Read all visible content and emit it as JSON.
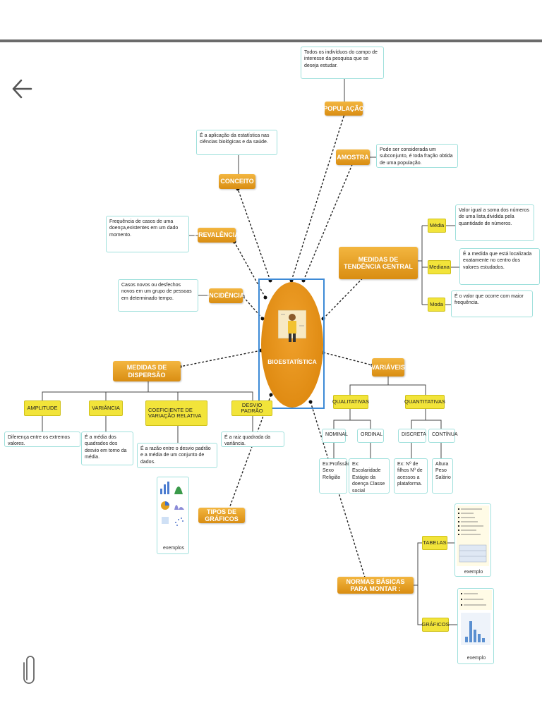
{
  "app": {
    "back_icon": "arrow-left-icon",
    "attach_icon": "paperclip-icon"
  },
  "center": {
    "label": "BIOESTATÍSTICA"
  },
  "nodes": {
    "populacao": "POPULAÇÃO",
    "amostra": "AMOSTRA",
    "conceito": "CONCEITO",
    "prevalencia": "PREVALÊNCIA",
    "incidencia": "INCIDÊNCIA",
    "tendencia": "MEDIDAS DE TENDÊNCIA CENTRAL",
    "media": "Média",
    "mediana": "Mediana",
    "moda": "Moda",
    "dispersao": "MEDIDAS DE DISPERSÃO",
    "amplitude": "AMPLITUDE",
    "variancia": "VARIÂNCIA",
    "coeficiente": "COEFICIENTE DE VARIAÇÃO RELATIVA",
    "desvio": "DESVIO PADRÃO",
    "variaveis": "VARIÁVEIS",
    "qualitativas": "QUALITATIVAS",
    "quantitativas": "QUANTITATIVAS",
    "nominal": "NOMINAL",
    "ordinal": "ORDINAL",
    "discreta": "DISCRETA",
    "continua": "CONTÍNUA",
    "graficos_tipos": "TIPOS DE GRÁFICOS",
    "normas": "NORMAS BÁSICAS PARA MONTAR :",
    "tabelas": "TABELAS",
    "graficos": "GRÁFICOS"
  },
  "descriptions": {
    "populacao": "Todos os indivíduos do campo de interesse da pesquisa que se deseja estudar.",
    "amostra": "Pode ser considerada um subconjunto, é toda fração obtida de uma população.",
    "conceito": "É a aplicação da estatística nas ciências biológicas e da saúde.",
    "prevalencia": "Frequência de casos de uma doença,existentes em um dado momento.",
    "incidencia": "Casos novos ou desfechos novos em um grupo de pessoas em determinado tempo.",
    "media": "Valor igual a soma dos números de uma lista,dividida pela quantidade de números.",
    "mediana": "É a medida que está localizada exatamente no centro dos valores estudados.",
    "moda": "É o valor que ocorre com maior frequência.",
    "amplitude": "Diferença entre os extremos valores.",
    "variancia": "É a média dos quadrados dos desvio em torno da média.",
    "coeficiente": "É a razão entre o desvio padrão e a média de um conjunto de dados.",
    "desvio": "É a raiz quadrada da variância.",
    "nominal": "Ex:Profissão Sexo Religião",
    "ordinal": "Ex: Escolaridade Estágio da doença Classe social",
    "discreta": "Ex: Nº de filhos Nº de acessos a plataforma.",
    "continua": "Altura Peso Salário"
  },
  "examples": {
    "graficos_tipos_caption": "exemplos",
    "tabelas_caption": "exemplo",
    "graficos_caption": "exemplo"
  },
  "colors": {
    "node": "#e9a024",
    "leaf": "#f2e43a",
    "box_border": "#9fe0dc",
    "center_frame": "#3d8ad6"
  }
}
